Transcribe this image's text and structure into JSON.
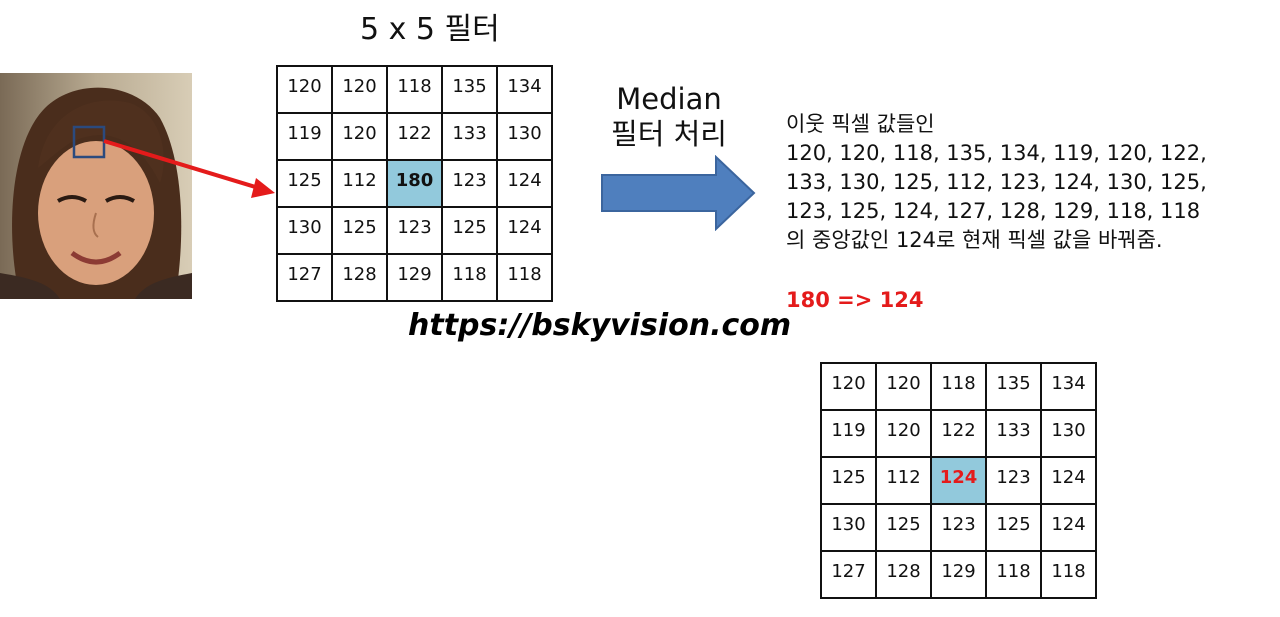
{
  "title": "5 x 5 필터",
  "arrow_label_line1": "Median",
  "arrow_label_line2": "필터 처리",
  "description": [
    "이웃 픽셀 값들인",
    "120, 120, 118, 135, 134, 119, 120, 122,",
    "133, 130, 125, 112, 123, 124, 130, 125,",
    "123, 125, 124, 127, 128, 129, 118, 118",
    "의 중앙값인 124로 현재 픽셀 값을 바꿔줌."
  ],
  "result": "180 => 124",
  "watermark": "https://bskyvision.com",
  "grid_before": [
    [
      "120",
      "120",
      "118",
      "135",
      "134"
    ],
    [
      "119",
      "120",
      "122",
      "133",
      "130"
    ],
    [
      "125",
      "112",
      "180",
      "123",
      "124"
    ],
    [
      "130",
      "125",
      "123",
      "125",
      "124"
    ],
    [
      "127",
      "128",
      "129",
      "118",
      "118"
    ]
  ],
  "grid_after": [
    [
      "120",
      "120",
      "118",
      "135",
      "134"
    ],
    [
      "119",
      "120",
      "122",
      "133",
      "130"
    ],
    [
      "125",
      "112",
      "124",
      "123",
      "124"
    ],
    [
      "130",
      "125",
      "123",
      "125",
      "124"
    ],
    [
      "127",
      "128",
      "129",
      "118",
      "118"
    ]
  ],
  "colors": {
    "highlight_cell": "#92c9dc",
    "accent_red": "#e41b1b",
    "block_arrow": "#4f7fbe",
    "selection_box": "#2b4a7e"
  }
}
